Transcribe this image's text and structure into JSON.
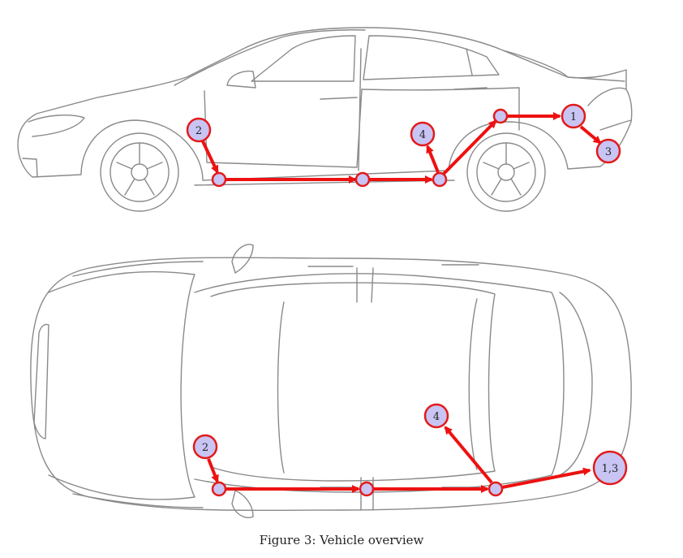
{
  "caption": "Figure 3: Vehicle overview",
  "colors": {
    "arrow": "#ee1111",
    "node_fill": "#c8c4f4",
    "node_stroke": "#e21b1b",
    "car_line": "#8a8a8a"
  },
  "side_view": {
    "labels": [
      "2",
      "4",
      "1",
      "3"
    ]
  },
  "top_view": {
    "labels": [
      "2",
      "4",
      "1,3"
    ]
  }
}
